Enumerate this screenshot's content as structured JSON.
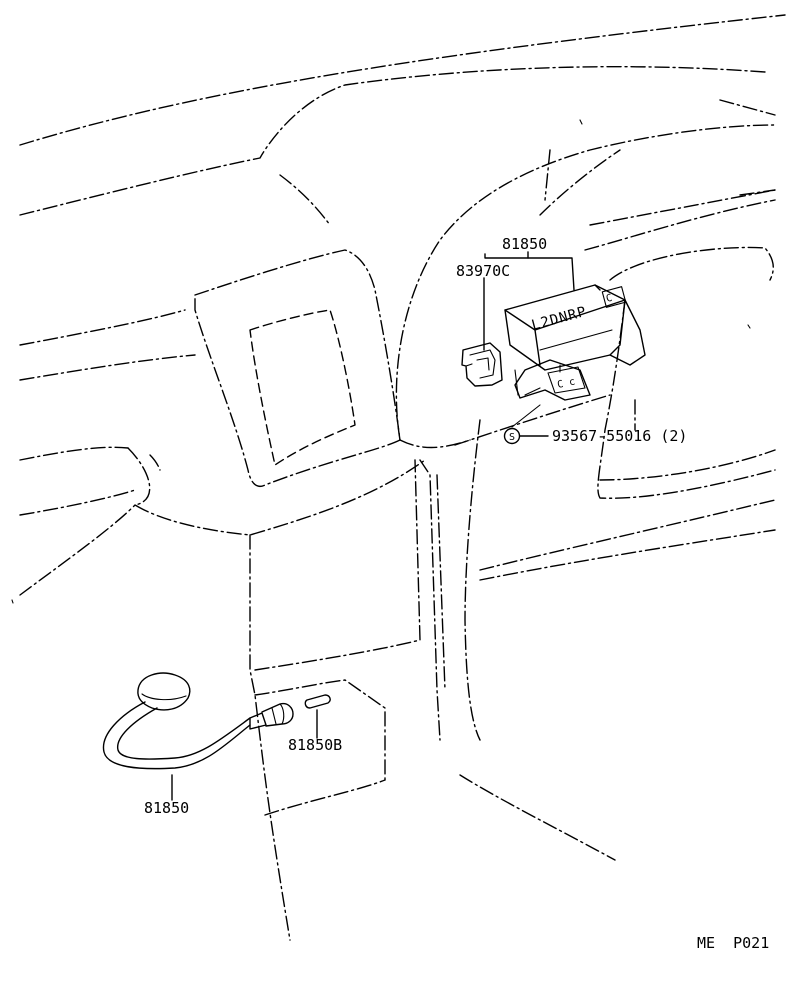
{
  "diagram": {
    "parts": {
      "module_upper": "81850",
      "connector": "83970C",
      "screw": "93567-55016 (2)",
      "sensor_cable": "81850",
      "sensor_cap": "81850B"
    },
    "symbols": {
      "screw_symbol": "S",
      "module_face": "L2DNRP",
      "module_side_letter": "C",
      "bracket_letters": "C c"
    },
    "page_code": "ME  P021"
  }
}
